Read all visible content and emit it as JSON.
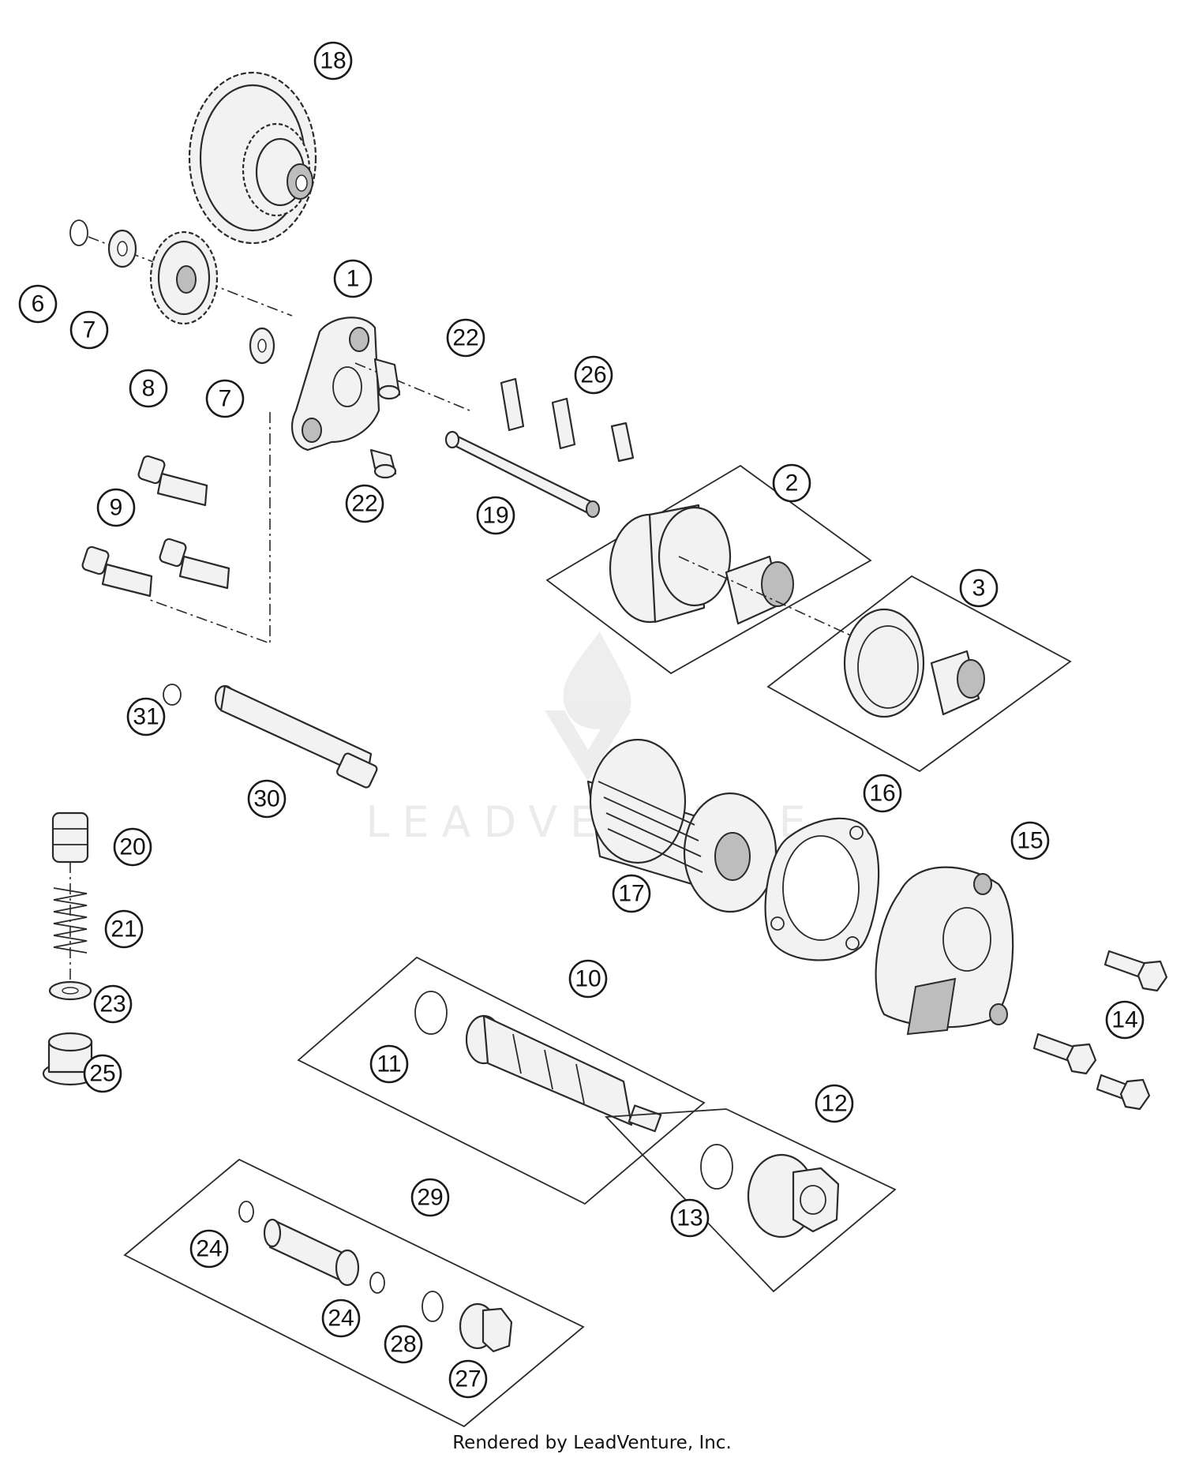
{
  "callouts": [
    {
      "id": "c1",
      "label": "1"
    },
    {
      "id": "c2",
      "label": "2"
    },
    {
      "id": "c3",
      "label": "3"
    },
    {
      "id": "c6",
      "label": "6"
    },
    {
      "id": "c7a",
      "label": "7"
    },
    {
      "id": "c7b",
      "label": "7"
    },
    {
      "id": "c8",
      "label": "8"
    },
    {
      "id": "c9",
      "label": "9"
    },
    {
      "id": "c10",
      "label": "10"
    },
    {
      "id": "c11",
      "label": "11"
    },
    {
      "id": "c12",
      "label": "12"
    },
    {
      "id": "c13",
      "label": "13"
    },
    {
      "id": "c14",
      "label": "14"
    },
    {
      "id": "c15",
      "label": "15"
    },
    {
      "id": "c16",
      "label": "16"
    },
    {
      "id": "c17",
      "label": "17"
    },
    {
      "id": "c18",
      "label": "18"
    },
    {
      "id": "c19",
      "label": "19"
    },
    {
      "id": "c20",
      "label": "20"
    },
    {
      "id": "c21",
      "label": "21"
    },
    {
      "id": "c22a",
      "label": "22"
    },
    {
      "id": "c22b",
      "label": "22"
    },
    {
      "id": "c23",
      "label": "23"
    },
    {
      "id": "c24a",
      "label": "24"
    },
    {
      "id": "c24b",
      "label": "24"
    },
    {
      "id": "c25",
      "label": "25"
    },
    {
      "id": "c26",
      "label": "26"
    },
    {
      "id": "c27",
      "label": "27"
    },
    {
      "id": "c28",
      "label": "28"
    },
    {
      "id": "c29",
      "label": "29"
    },
    {
      "id": "c30",
      "label": "30"
    },
    {
      "id": "c31",
      "label": "31"
    }
  ],
  "watermark": "LEADVENTURE",
  "footer": "Rendered by LeadVenture, Inc."
}
